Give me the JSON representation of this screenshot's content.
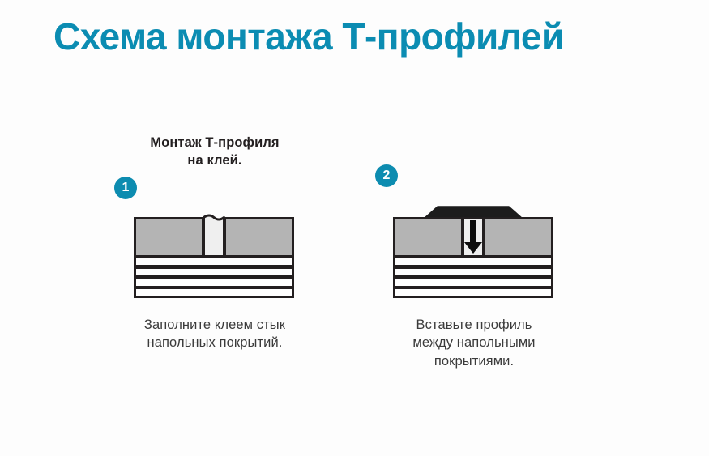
{
  "page": {
    "title": "Схема монтажа Т-профилей",
    "background_color": "#fdfdfd",
    "accent_color": "#0d8cb0",
    "text_color": "#3b3b3b",
    "heading_color": "#231f20"
  },
  "steps": [
    {
      "badge": "1",
      "heading_lines": [
        "Монтаж Т-профиля",
        "на клей."
      ],
      "caption_lines": [
        "Заполните клеем стык",
        "напольных покрытий."
      ],
      "diagram": {
        "name": "floor-joint-with-glue",
        "layers": {
          "top_layer_color": "#b4b4b4",
          "gap_fill_color": "#efefef",
          "sub_layer_color": "#ffffff",
          "outline_color": "#231f20",
          "sub_layer_count": 4
        },
        "annotation": "wavy-glue-meniscus"
      }
    },
    {
      "badge": "2",
      "heading_lines": [],
      "caption_lines": [
        "Вставьте профиль",
        "между напольными",
        "покрытиями."
      ],
      "diagram": {
        "name": "t-profile-insertion",
        "layers": {
          "top_layer_color": "#b4b4b4",
          "gap_fill_color": "#efefef",
          "sub_layer_color": "#ffffff",
          "outline_color": "#231f20",
          "sub_layer_count": 4
        },
        "profile_color": "#1c1c1c",
        "annotation": "down-arrow-insert"
      }
    }
  ]
}
